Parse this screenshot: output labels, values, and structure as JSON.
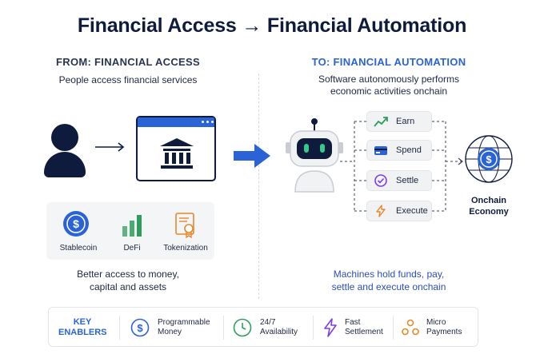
{
  "title": "Financial Access → Financial Automation",
  "from": {
    "heading": "FROM: FINANCIAL ACCESS",
    "subtitle": "People access financial services",
    "items": [
      {
        "label": "Stablecoin",
        "icon": "dollar-coin-icon"
      },
      {
        "label": "DeFi",
        "icon": "bar-chart-icon"
      },
      {
        "label": "Tokenization",
        "icon": "certificate-icon"
      }
    ],
    "summary_line1": "Better access to money,",
    "summary_line2": "capital and assets"
  },
  "to": {
    "heading": "TO: FINANCIAL AUTOMATION",
    "subtitle_line1": "Software autonomously performs",
    "subtitle_line2": "economic activities onchain",
    "actions": [
      {
        "label": "Earn",
        "icon": "trend-up-icon"
      },
      {
        "label": "Spend",
        "icon": "card-icon"
      },
      {
        "label": "Settle",
        "icon": "check-circle-icon"
      },
      {
        "label": "Execute",
        "icon": "lightning-icon"
      }
    ],
    "destination_line1": "Onchain",
    "destination_line2": "Economy",
    "summary_line1": "Machines hold funds, pay,",
    "summary_line2": "settle and execute onchain"
  },
  "enablers": {
    "heading_line1": "KEY",
    "heading_line2": "ENABLERS",
    "items": [
      {
        "line1": "Programmable",
        "line2": "Money",
        "icon": "dollar-circle-icon"
      },
      {
        "line1": "24/7",
        "line2": "Availability",
        "icon": "clock-icon"
      },
      {
        "line1": "Fast",
        "line2": "Settlement",
        "icon": "lightning-icon"
      },
      {
        "line1": "Micro",
        "line2": "Payments",
        "icon": "coins-icon"
      }
    ]
  },
  "colors": {
    "navy": "#0f1b3d",
    "accent_blue": "#2a63d6",
    "green": "#2e9e5b",
    "purple": "#7b3fe4",
    "orange": "#e8872a"
  }
}
